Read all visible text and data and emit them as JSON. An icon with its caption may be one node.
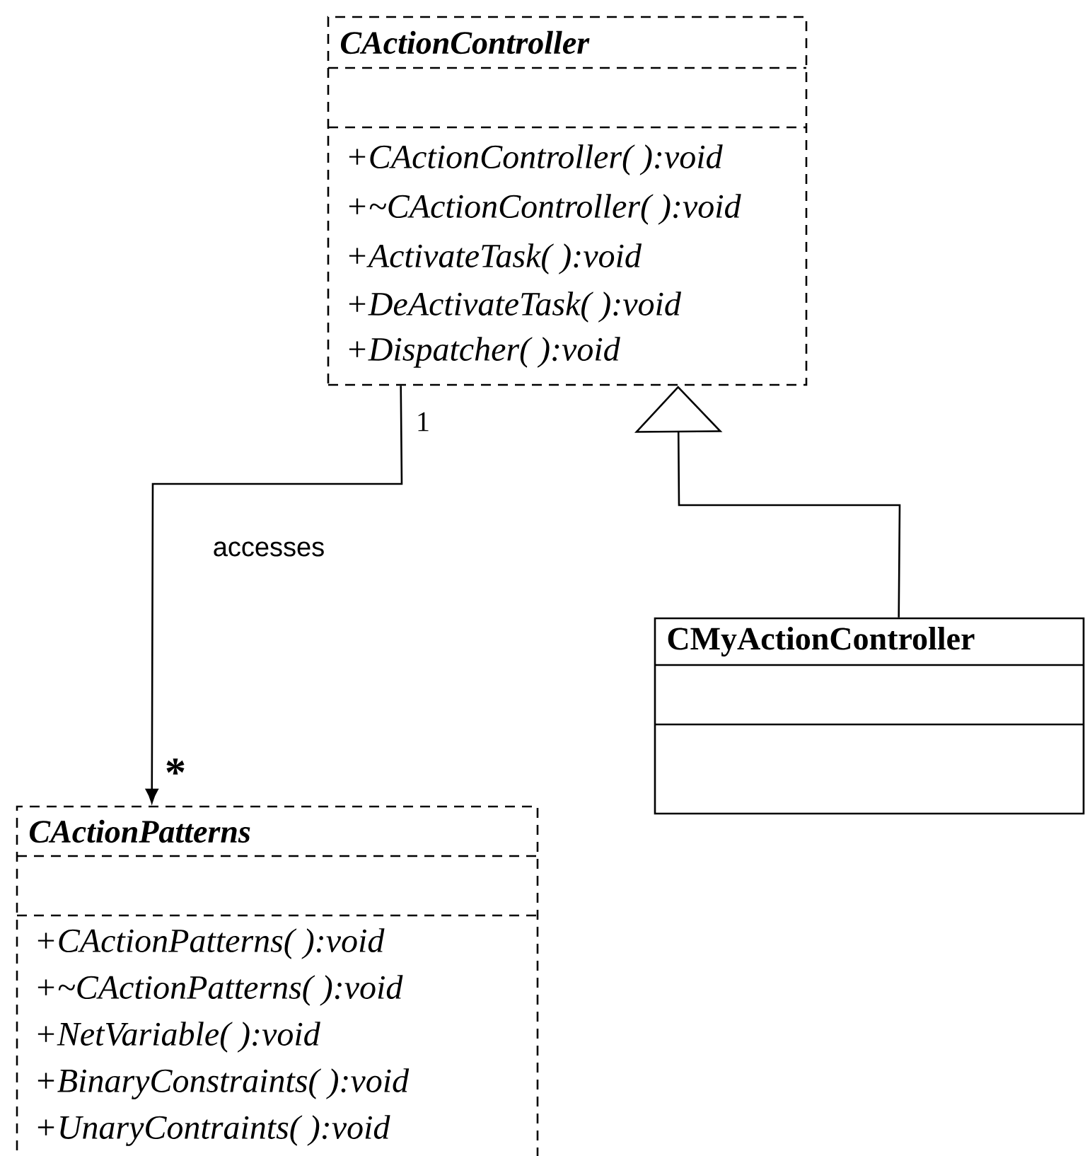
{
  "diagram": {
    "nodes": [
      {
        "text": [
          "CActionController",
          "+CActionController( ):void",
          "+~CActionController( ):void",
          "+ActivateTask( ):void",
          "+DeActivateTask( ):void",
          "+Dispatcher( ):void"
        ]
      },
      {
        "text": [
          "CMyActionController"
        ]
      },
      {
        "text": [
          "CActionPatterns",
          "+CActionPatterns( ):void",
          "+~CActionPatterns( ):void",
          "+NetVariable( ):void",
          "+BinaryConstraints( ):void",
          "+UnaryContraints( ):void"
        ]
      }
    ],
    "edges": [
      {
        "from": 0,
        "to": 2,
        "arrow": "to",
        "label": "accesses"
      },
      {
        "from": 1,
        "to": 0,
        "arrow": "to"
      }
    ],
    "labels": [
      "1",
      "*"
    ]
  }
}
